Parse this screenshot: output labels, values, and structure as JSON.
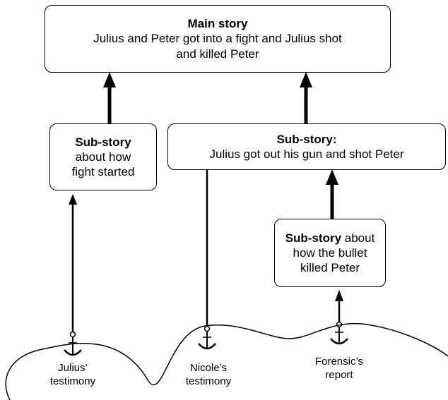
{
  "main_box": {
    "title": "Main story",
    "line1": "Julius and Peter got into a fight and Julius shot",
    "line2": "and killed Peter"
  },
  "sub_fight": {
    "title": "Sub-story",
    "line1": "about how",
    "line2": "fight started"
  },
  "sub_gun": {
    "title": "Sub-story:",
    "line1": "Julius got out his gun and shot Peter"
  },
  "sub_bullet": {
    "title": "Sub-story",
    "title_suffix": " about",
    "line1": "how the bullet",
    "line2": "killed Peter"
  },
  "ground": {
    "julius_line1": "Julius’",
    "julius_line2": "testimony",
    "nicole_line1": "Nicole’s",
    "nicole_line2": "testimony",
    "forensic_line1": "Forensic’s",
    "forensic_line2": "report"
  }
}
